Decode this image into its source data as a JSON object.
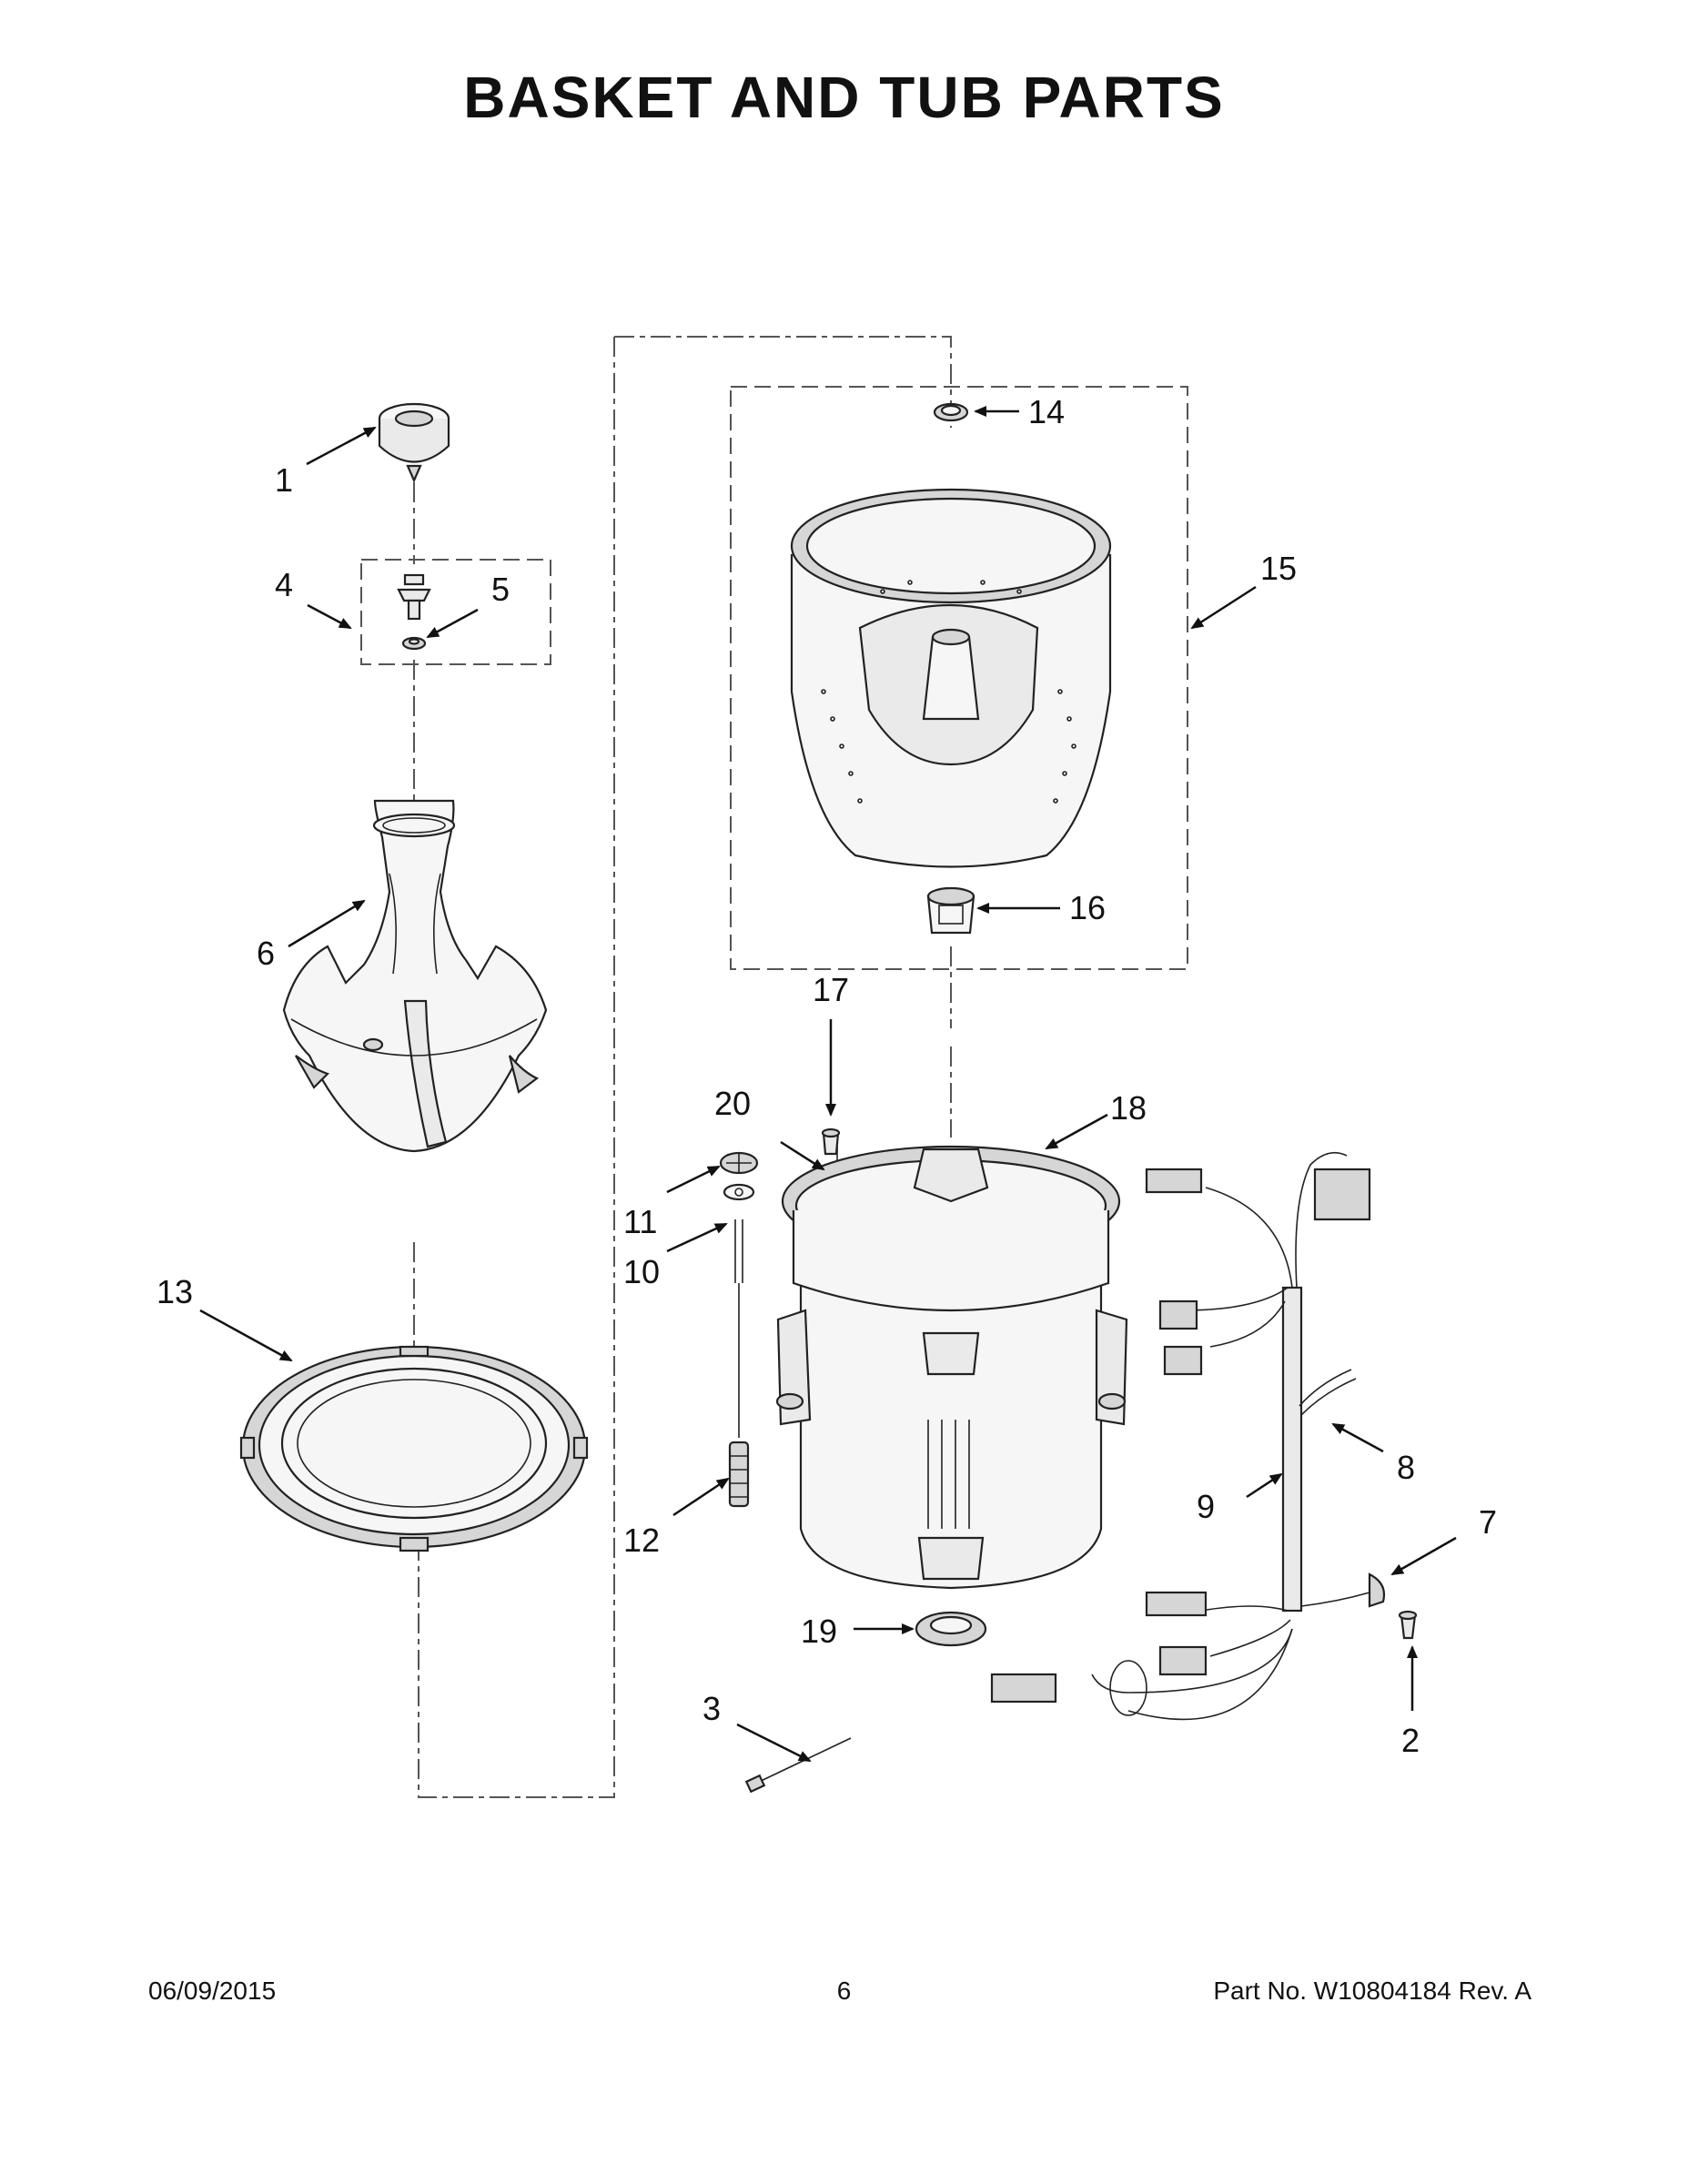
{
  "page": {
    "title": "BASKET AND TUB PARTS",
    "date": "06/09/2015",
    "page_number": "6",
    "part_info": "Part No.  W10804184  Rev.  A"
  },
  "callouts": {
    "c1": "1",
    "c2": "2",
    "c3": "3",
    "c4": "4",
    "c5": "5",
    "c6": "6",
    "c7": "7",
    "c8": "8",
    "c9": "9",
    "c10": "10",
    "c11": "11",
    "c12": "12",
    "c13": "13",
    "c14": "14",
    "c15": "15",
    "c16": "16",
    "c17": "17",
    "c18": "18",
    "c19": "19",
    "c20": "20"
  }
}
